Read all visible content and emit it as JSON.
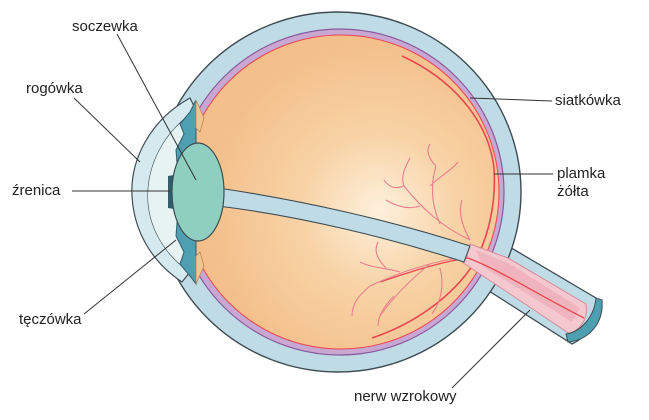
{
  "colors": {
    "sclera": "#bfdce6",
    "sclera_stroke": "#3f4b52",
    "choroid": "#a06ab0",
    "retina": "#e8474f",
    "vitreous": "#f4c490",
    "vitreous_center": "#fbe7cc",
    "lens": "#8ecfc0",
    "iris": "#4e9fb1",
    "vessels": "#e97f8e",
    "nerve": "#f5c8cf",
    "leader": "#333333"
  },
  "labels": {
    "lens": "soczewka",
    "cornea": "rogówka",
    "pupil": "źrenica",
    "iris": "tęczówka",
    "retina": "siatkówka",
    "macula_line1": "plamka",
    "macula_line2": "żółta",
    "optic_nerve": "nerw wzrokowy"
  }
}
